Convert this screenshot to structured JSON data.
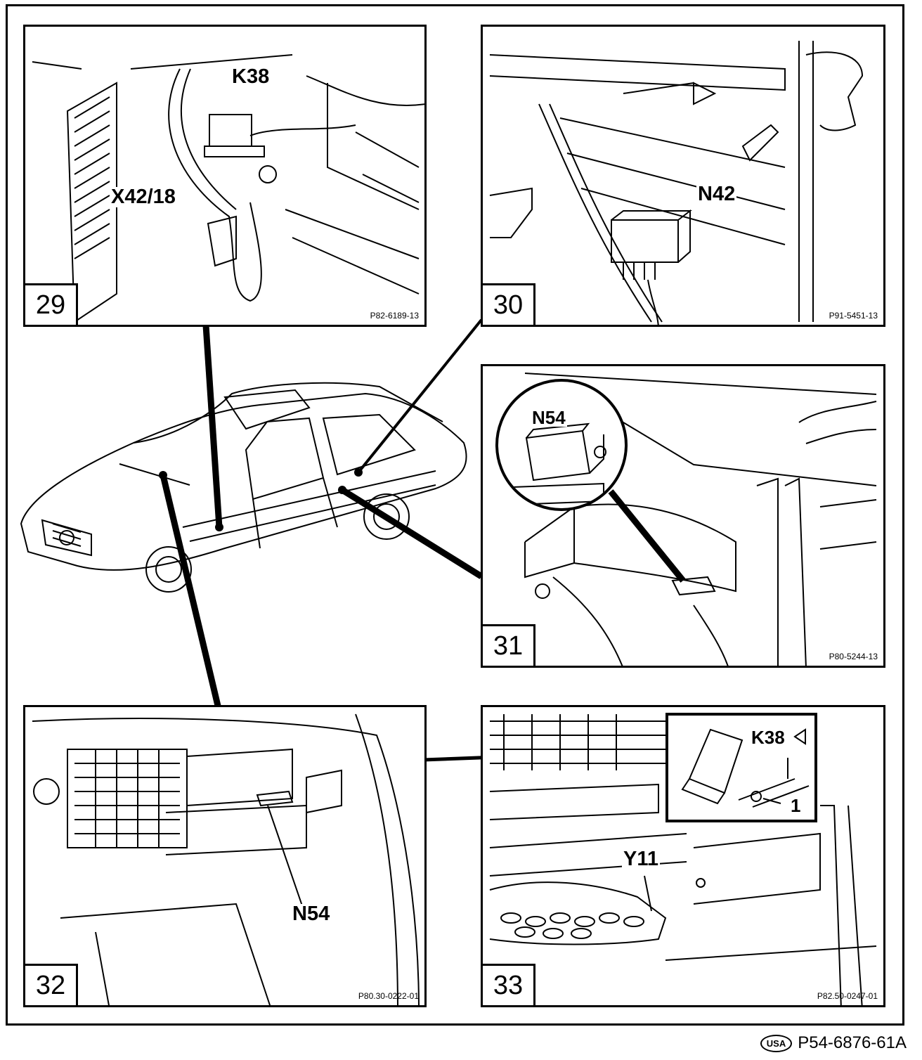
{
  "figure_ref": "P54-6876-61A",
  "region_badge": "USA",
  "panels": [
    {
      "number": "29",
      "code": "P82-6189-13",
      "labels": [
        "K38",
        "X42/18"
      ]
    },
    {
      "number": "30",
      "code": "P91-5451-13",
      "labels": [
        "N42"
      ]
    },
    {
      "number": "31",
      "code": "P80-5244-13",
      "labels": [
        "N54"
      ]
    },
    {
      "number": "32",
      "code": "P80.30-0222-01",
      "labels": [
        "N54"
      ]
    },
    {
      "number": "33",
      "code": "P82.50-0247-01",
      "labels": [
        "K38",
        "1",
        "Y11"
      ]
    }
  ],
  "colors": {
    "line": "#000000",
    "background": "#ffffff"
  }
}
